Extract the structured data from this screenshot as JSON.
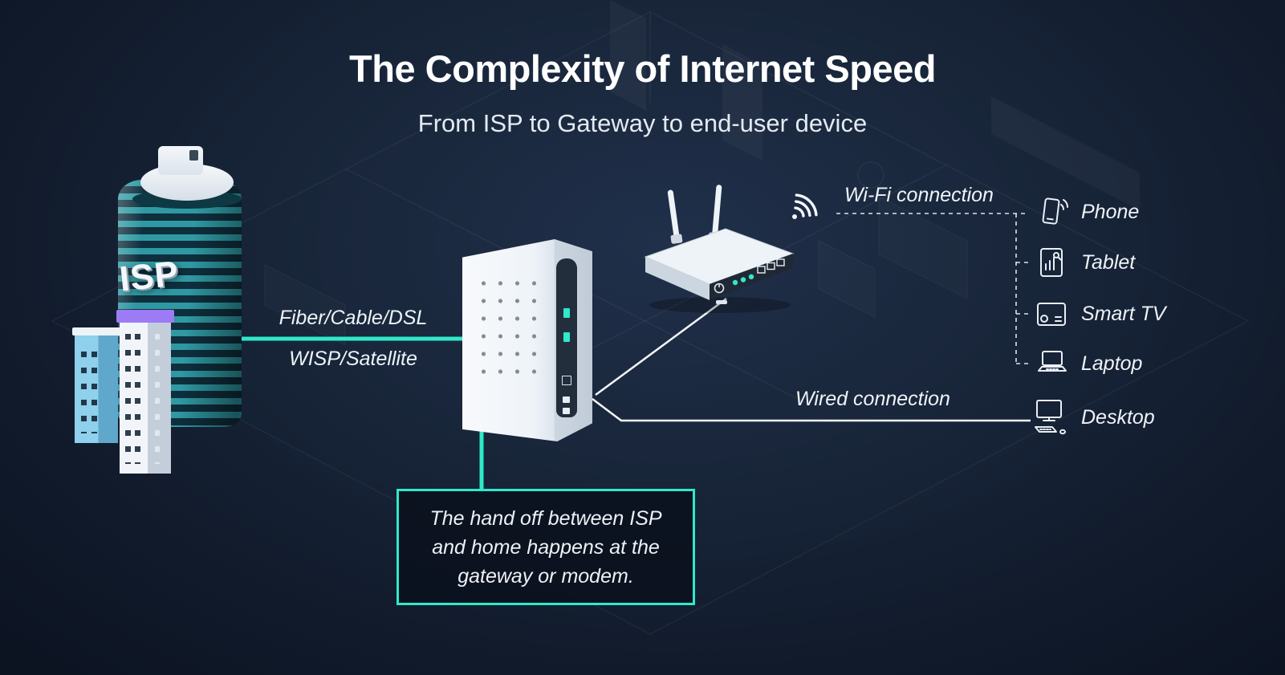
{
  "colors": {
    "background": "#111B2B",
    "accent_teal": "#2FE9C9",
    "purple_accent": "#9D7BF4",
    "text": "#FFFFFF"
  },
  "header": {
    "title": "The Complexity of Internet Speed",
    "subtitle": "From ISP to Gateway to end-user device"
  },
  "isp_building": {
    "label": "ISP"
  },
  "connections": {
    "isp_to_gateway_line1": "Fiber/Cable/DSL",
    "isp_to_gateway_line2": "WISP/Satellite",
    "wifi": "Wi-Fi connection",
    "wired": "Wired connection"
  },
  "callout": {
    "text": "The hand off between ISP and home happens at the gateway or modem."
  },
  "devices": {
    "items": [
      {
        "label": "Phone",
        "icon": "phone-icon",
        "connection": "wifi"
      },
      {
        "label": "Tablet",
        "icon": "tablet-icon",
        "connection": "wifi"
      },
      {
        "label": "Smart TV",
        "icon": "smart-tv-icon",
        "connection": "wifi"
      },
      {
        "label": "Laptop",
        "icon": "laptop-icon",
        "connection": "wifi"
      },
      {
        "label": "Desktop",
        "icon": "desktop-icon",
        "connection": "wired"
      }
    ]
  },
  "equipment": {
    "gateway_icon": "gateway-modem-icon",
    "router_icon": "wifi-router-icon",
    "wifi_signal_icon": "wifi-signal-icon",
    "isp_building_icon": "isp-building-icon"
  }
}
